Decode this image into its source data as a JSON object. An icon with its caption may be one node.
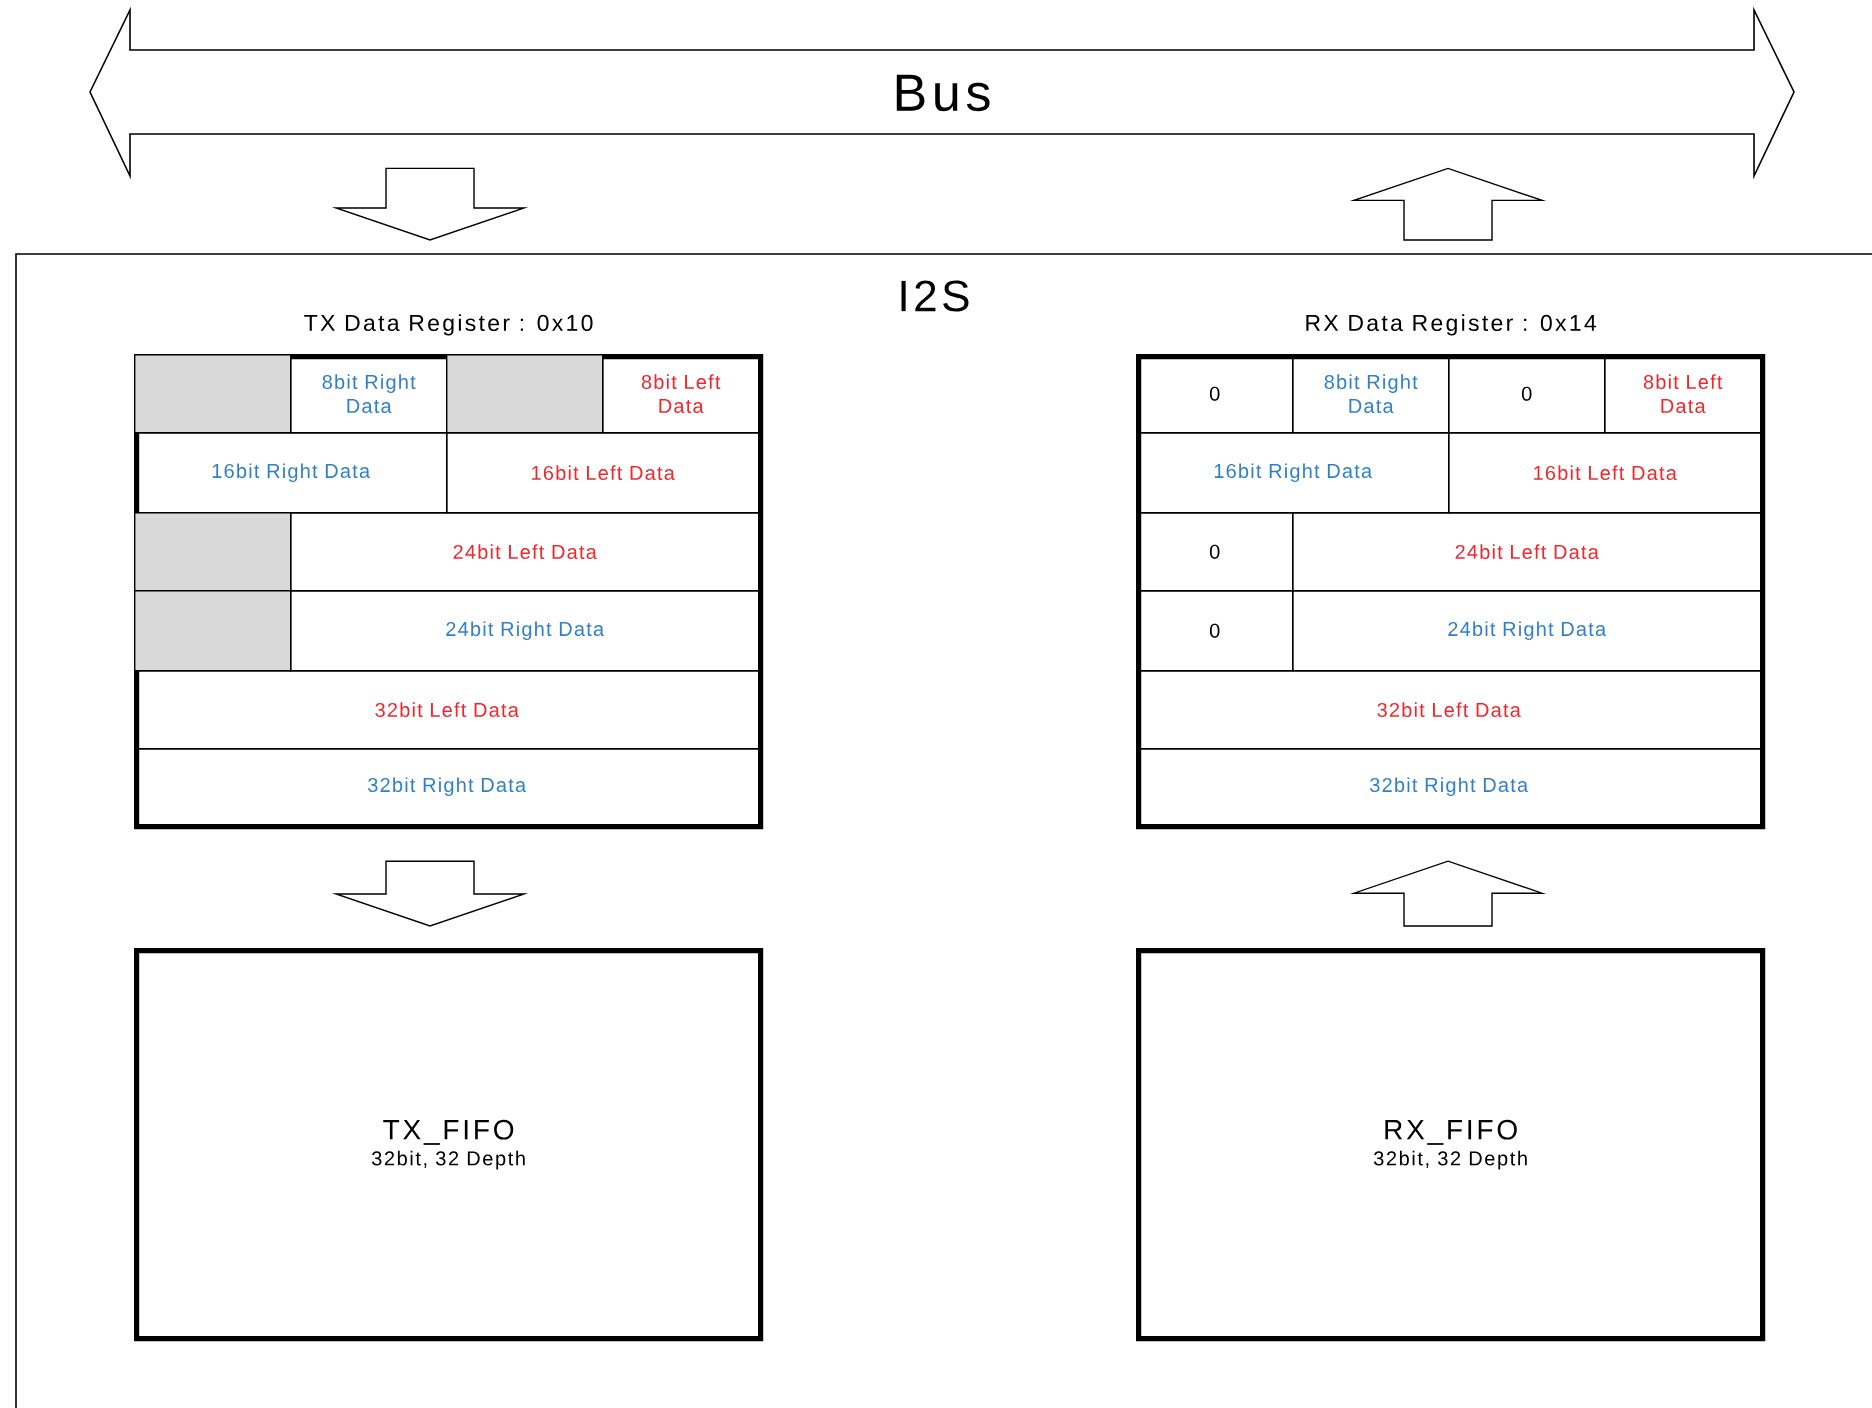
{
  "diagram": {
    "nodes": [
      {
        "text": [
          "Bus"
        ]
      },
      {
        "text": [
          "I2S"
        ]
      },
      {
        "text": [
          "TX Data Register : 0x10"
        ],
        "in": 1
      },
      {
        "text": [],
        "shape": "box",
        "in": 2
      },
      {
        "text": [
          "8bit Right Data"
        ],
        "in": 2
      },
      {
        "text": [],
        "shape": "box",
        "in": 2
      },
      {
        "text": [
          "8bit Left Data"
        ],
        "in": 2
      },
      {
        "text": [
          "16bit Right Data"
        ],
        "in": 2
      },
      {
        "text": [
          "16bit Left Data"
        ],
        "in": 2
      },
      {
        "text": [],
        "shape": "box",
        "in": 2
      },
      {
        "text": [
          "24bit Left Data"
        ],
        "in": 2
      },
      {
        "text": [],
        "shape": "box",
        "in": 2
      },
      {
        "text": [
          "24bit Right Data"
        ],
        "in": 2
      },
      {
        "text": [
          "32bit Left Data"
        ],
        "in": 2
      },
      {
        "text": [
          "32bit Right Data"
        ],
        "in": 2
      },
      {
        "text": [
          "RX Data Register : 0x14"
        ],
        "in": 1
      },
      {
        "text": [
          "0"
        ],
        "in": 15
      },
      {
        "text": [
          "8bit Right Data"
        ],
        "in": 15
      },
      {
        "text": [
          "0"
        ],
        "in": 15
      },
      {
        "text": [
          "8bit Left Data"
        ],
        "in": 15
      },
      {
        "text": [
          "16bit Right Data"
        ],
        "in": 15
      },
      {
        "text": [
          "16bit Left Data"
        ],
        "in": 15
      },
      {
        "text": [
          "0"
        ],
        "in": 15
      },
      {
        "text": [
          "24bit Left Data"
        ],
        "in": 15
      },
      {
        "text": [
          "0"
        ],
        "in": 15
      },
      {
        "text": [
          "24bit Right Data"
        ],
        "in": 15
      },
      {
        "text": [
          "32bit Left Data"
        ],
        "in": 15
      },
      {
        "text": [
          "32bit Right Data"
        ],
        "in": 15
      },
      {
        "text": [
          "TX_FIFO",
          "32bit, 32 Depth"
        ],
        "in": 1
      },
      {
        "text": [
          "RX_FIFO",
          "32bit, 32 Depth"
        ],
        "in": 1
      }
    ],
    "edges": [
      {
        "from": 0,
        "to": 2,
        "arrow": "to"
      },
      {
        "from": 15,
        "to": 0,
        "arrow": "to"
      },
      {
        "from": 2,
        "to": 28,
        "arrow": "to"
      },
      {
        "from": 29,
        "to": 15,
        "arrow": "to"
      }
    ]
  }
}
